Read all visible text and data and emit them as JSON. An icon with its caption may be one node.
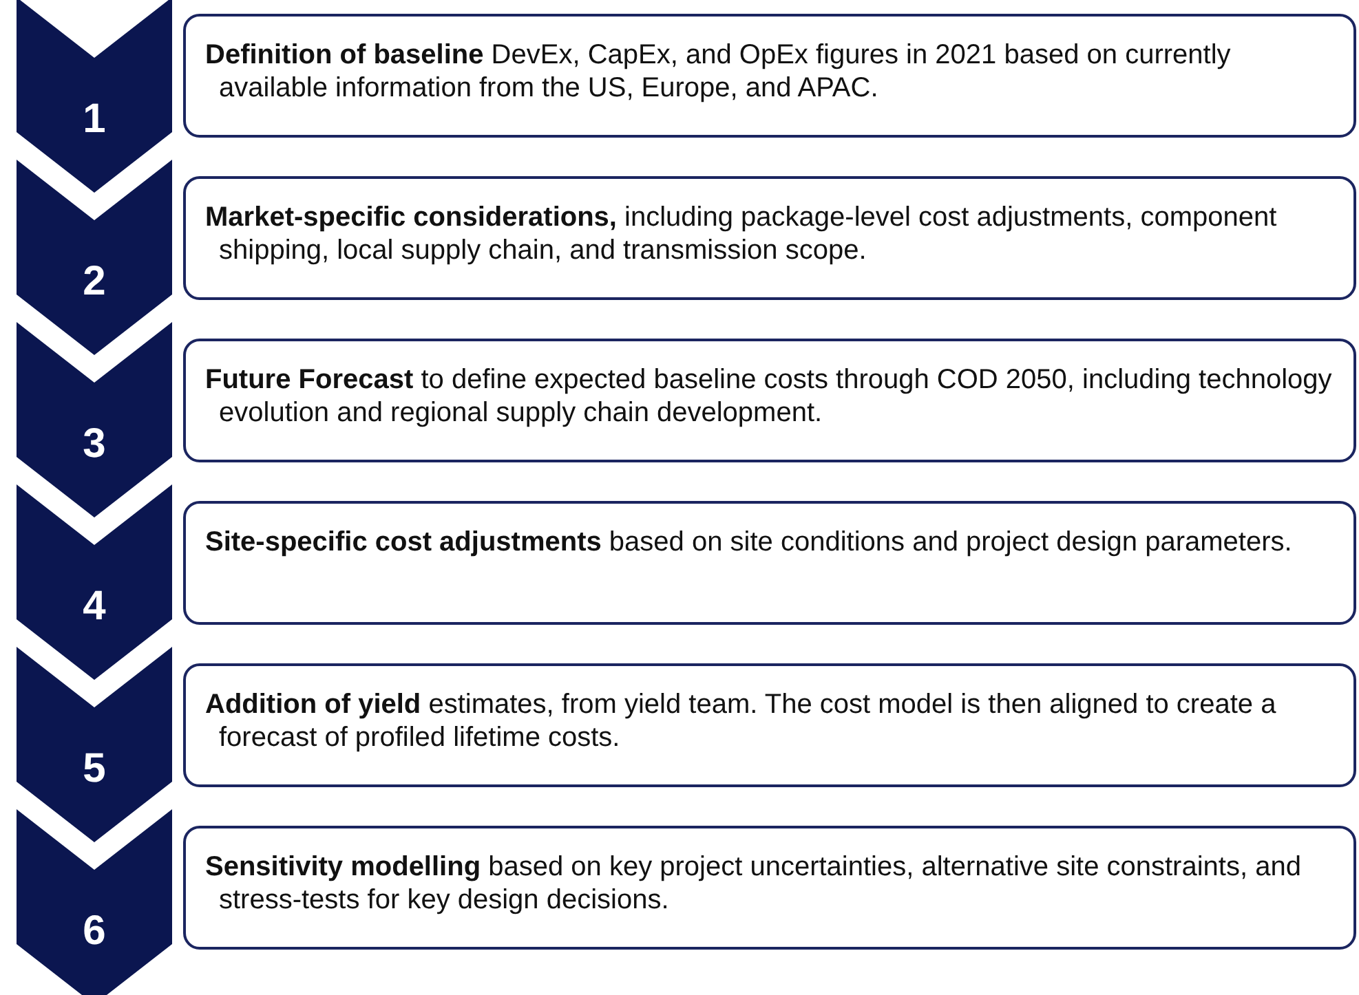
{
  "diagram": {
    "nodes": [
      {
        "text": [
          "1"
        ]
      },
      {
        "text": [
          "**Definition of baseline** DevEx, CapEx, and OpEx figures in 2021 based on currently available information from the US, Europe, and APAC."
        ]
      },
      {
        "text": [
          "2"
        ]
      },
      {
        "text": [
          "**Market-specific considerations,** including package-level cost adjustments, component shipping, local supply chain, and transmission scope."
        ]
      },
      {
        "text": [
          "3"
        ]
      },
      {
        "text": [
          "**Future Forecast** to define expected baseline costs through COD 2050, including technology evolution and regional supply chain development."
        ]
      },
      {
        "text": [
          "4"
        ]
      },
      {
        "text": [
          "**Site-specific cost adjustments** based on site conditions and project design parameters."
        ]
      },
      {
        "text": [
          "5"
        ]
      },
      {
        "text": [
          "**Addition of yield** estimates, from yield team. The cost model is then aligned to create a forecast of profiled lifetime costs."
        ]
      },
      {
        "text": [
          "6"
        ]
      },
      {
        "text": [
          "**Sensitivity modelling** based on key project uncertainties, alternative site constraints, and stress-tests for key design decisions."
        ]
      }
    ],
    "edges": []
  }
}
